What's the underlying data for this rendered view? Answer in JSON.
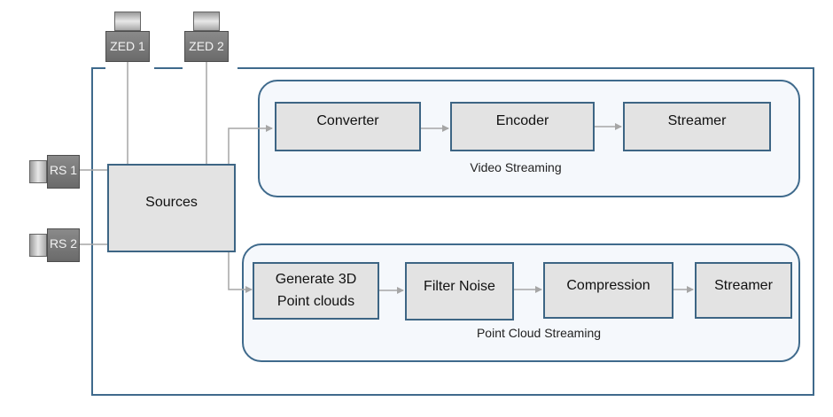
{
  "cameras": {
    "zed1": "ZED 1",
    "zed2": "ZED 2",
    "rs1": "RS 1",
    "rs2": "RS 2"
  },
  "sources": "Sources",
  "video_streaming": {
    "caption": "Video Streaming",
    "converter": "Converter",
    "encoder": "Encoder",
    "streamer": "Streamer"
  },
  "point_cloud_streaming": {
    "caption": "Point Cloud Streaming",
    "generate_line1": "Generate 3D",
    "generate_line2": "Point clouds",
    "filter_noise": "Filter Noise",
    "compression": "Compression",
    "streamer": "Streamer"
  },
  "colors": {
    "border": "#3f6a8c",
    "block_fill": "#e3e3e3",
    "group_fill": "#f5f8fc",
    "connector": "#a6a6a6",
    "camera_body": "#7a7a7a"
  },
  "icons": [
    "camera-icon"
  ]
}
